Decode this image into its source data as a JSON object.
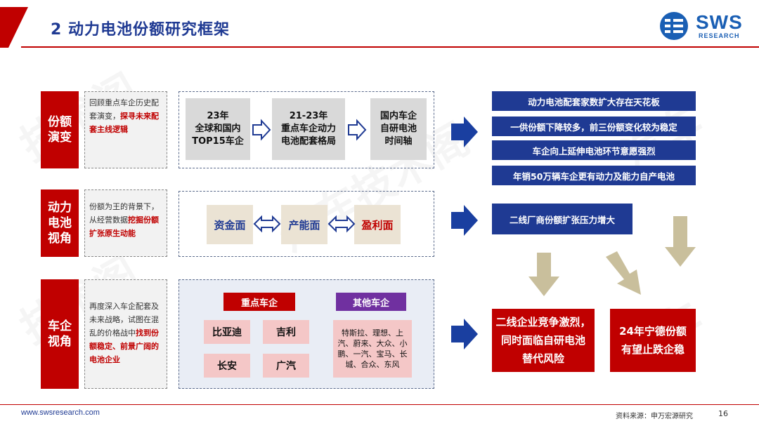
{
  "header": {
    "title": "2 动力电池份额研究框架",
    "logo_text": "SWS",
    "logo_sub": "RESEARCH"
  },
  "rows": [
    {
      "label": "份额\n演变",
      "desc_plain": "回顾重点车企历史配套演变，",
      "desc_highlight": "探寻未来配套主线逻辑",
      "cards": [
        "23年\n全球和国内\nTOP15车企",
        "21-23年\n重点车企动力\n电池配套格局",
        "国内车企\n自研电池\n时间轴"
      ]
    },
    {
      "label": "动力\n电池\n视角",
      "desc_plain": "份额为王的背景下，从经营数据",
      "desc_highlight": "挖掘份额扩张原生动能",
      "cards": [
        "资金面",
        "产能面",
        "盈利面"
      ]
    },
    {
      "label": "车企\n视角",
      "desc_plain": "再度深入车企配套及未来战略，试图在混乱的价格战中",
      "desc_highlight": "找到份额稳定、前景广阔的电池企业",
      "key_header": "重点车企",
      "other_header": "其他车企",
      "key_oems": [
        "比亚迪",
        "吉利",
        "长安",
        "广汽"
      ],
      "other_oems": "特斯拉、理想、上汽、蔚来、大众、小鹏、一汽、宝马、长城、合众、东风"
    }
  ],
  "conclusions": {
    "blue": [
      "动力电池配套家数扩大存在天花板",
      "一供份额下降较多，前三份额变化较为稳定",
      "车企向上延伸电池环节意愿强烈",
      "年销50万辆车企更有动力及能力自产电池",
      "二线厂商份额扩张压力增大"
    ],
    "red": [
      "二线企业竞争激烈，\n同时面临自研电池\n替代风险",
      "24年宁德份额\n有望止跌企稳"
    ]
  },
  "footer": {
    "website": "www.swsresearch.com",
    "source": "资料来源：申万宏源研究",
    "page": "16"
  },
  "colors": {
    "brand_red": "#c00000",
    "brand_blue": "#1f3a93",
    "purple": "#7030a0",
    "arrow_blue": "#1a3fa0",
    "arrow_beige": "#c9bf9c"
  }
}
